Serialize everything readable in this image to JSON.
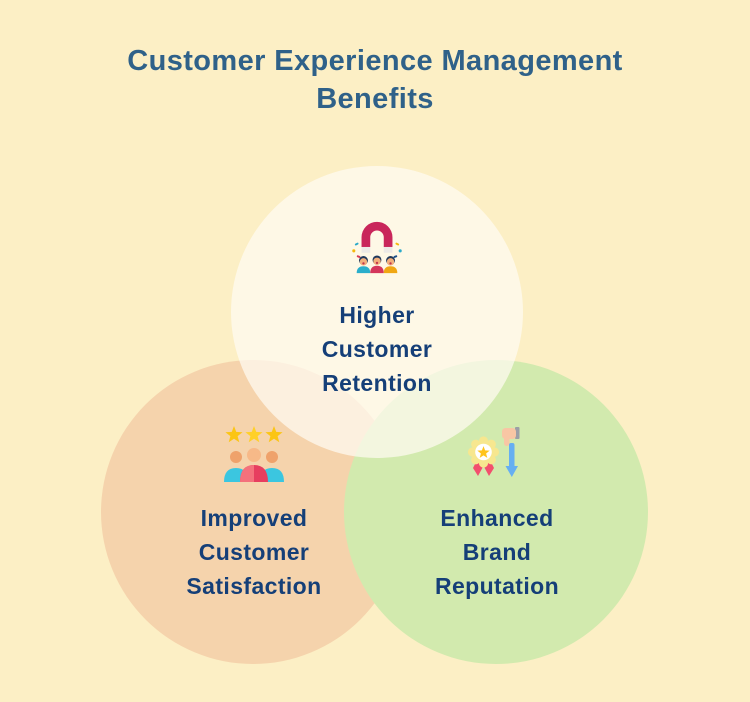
{
  "title": {
    "full": "Customer Experience Management Benefits",
    "line1": "Customer Experience Management",
    "line2": "Benefits"
  },
  "benefits": [
    {
      "id": "higher-customer-retention",
      "lines": [
        "Higher",
        "Customer",
        "Retention"
      ],
      "icon": "magnet-attracting-customers-icon"
    },
    {
      "id": "improved-customer-satisfaction",
      "lines": [
        "Improved",
        "Customer",
        "Satisfaction"
      ],
      "icon": "star-rating-customers-icon"
    },
    {
      "id": "enhanced-brand-reputation",
      "lines": [
        "Enhanced",
        "Brand",
        "Reputation"
      ],
      "icon": "award-medal-thumbs-down-icon"
    }
  ],
  "colors": {
    "background": "#FCEFC5",
    "title_text": "#2F6189",
    "label_text": "#153F78",
    "circle_left_fill": "#F5D3AC",
    "circle_right_fill": "#D2EAAE",
    "circle_top_fill": "rgba(255,251,242,0.72)",
    "magnet_red": "#C9265B",
    "star_gold": "#FBC515",
    "arrow_blue": "#66AFF2",
    "ribbon_red": "#F34F6D",
    "skin_tan": "#F2AF7C",
    "shirt_cyan": "#3BC6E0",
    "shirt_red": "#E73E5F",
    "shirt_amber": "#F0A713"
  }
}
